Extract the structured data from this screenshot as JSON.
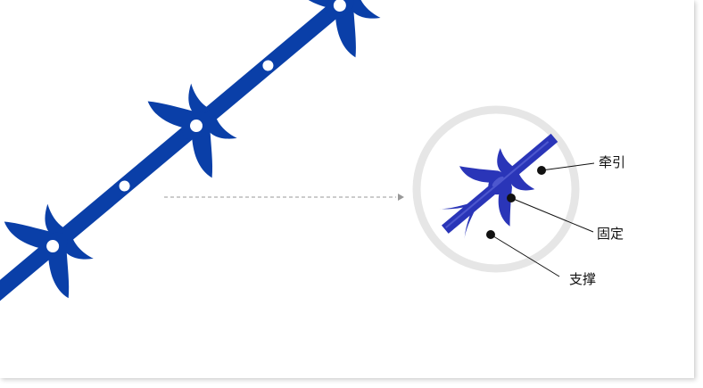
{
  "diagram": {
    "labels": {
      "traction": "牵引",
      "fixation": "固定",
      "support": "支撑"
    },
    "colors": {
      "thread_blue": "#0a3fa8",
      "zoom_blue": "#2a35b8",
      "ring_gray": "#e6e6e6",
      "arrow_gray": "#999999",
      "leader_black": "#111111"
    },
    "icons": {
      "arrow": "dashed-arrow-right"
    }
  }
}
